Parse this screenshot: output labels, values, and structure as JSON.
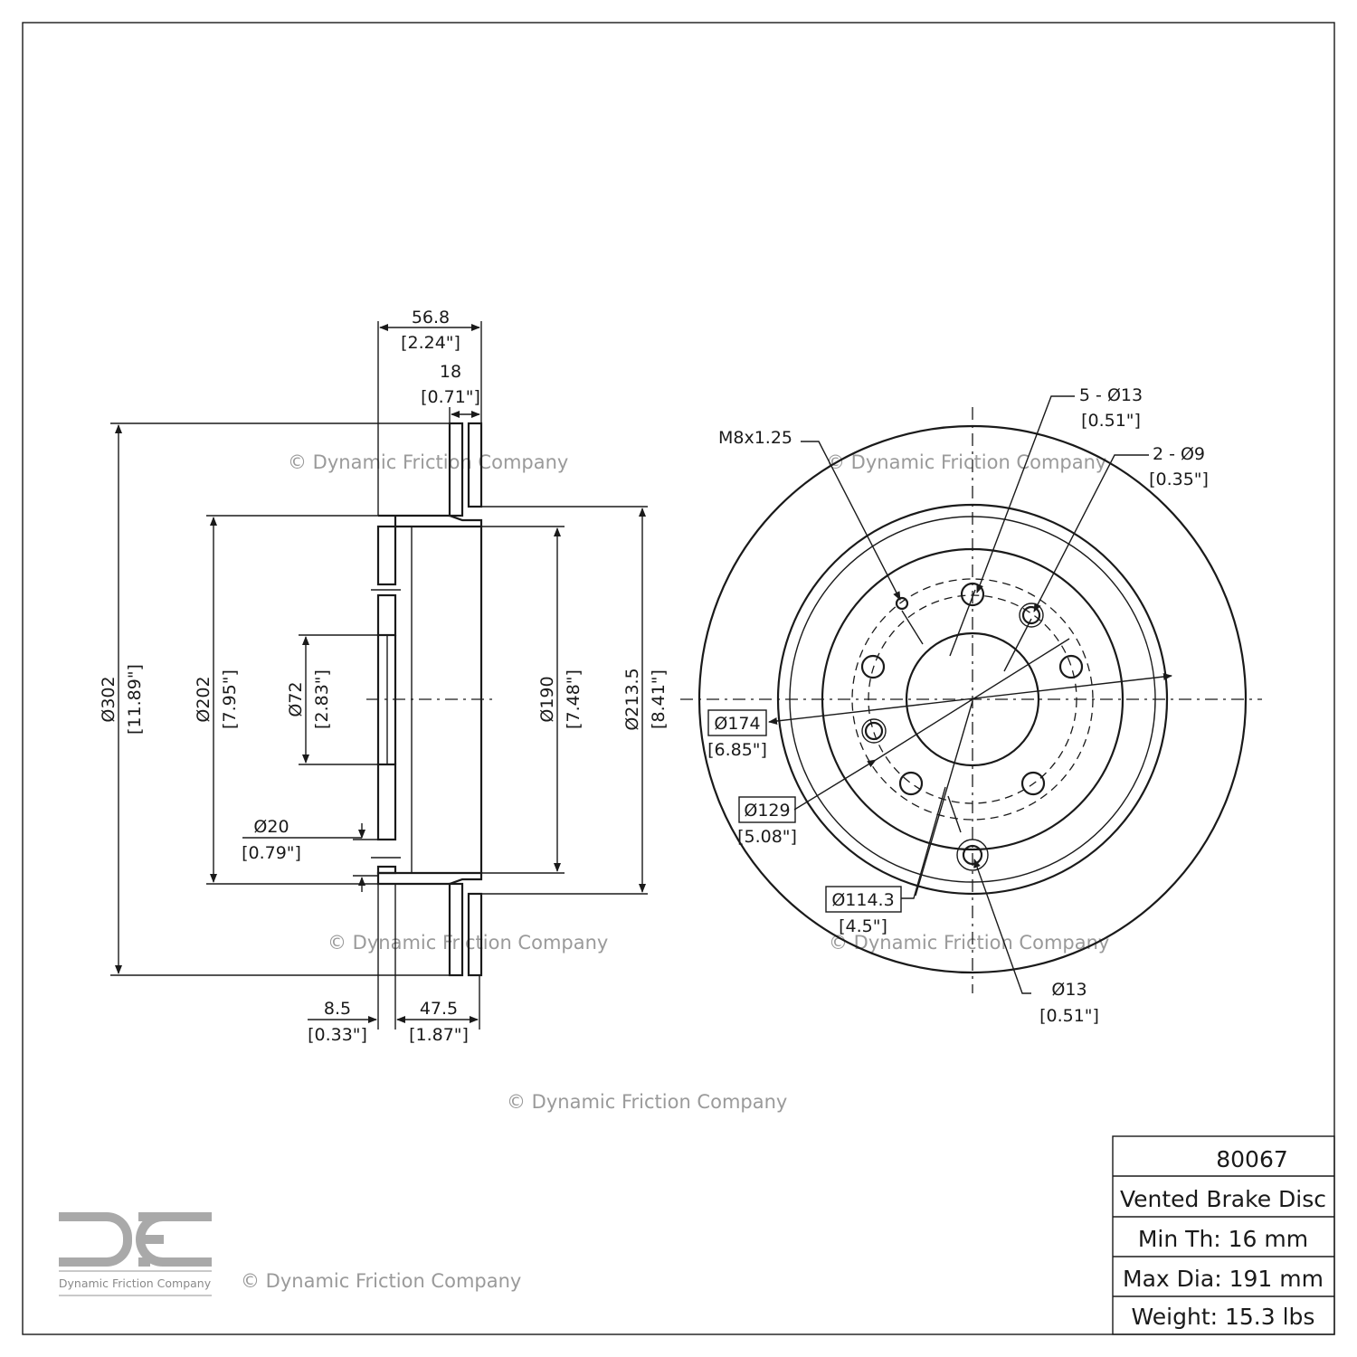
{
  "watermark": "© Dynamic Friction Company",
  "logo": {
    "letters": "DFC",
    "name": "Dynamic Friction Company"
  },
  "side_view": {
    "overall_width": {
      "mm": "56.8",
      "in": "[2.24\"]"
    },
    "disc_thickness": {
      "mm": "18",
      "in": "[0.71\"]"
    },
    "outer_dia": {
      "mm": "Ø302",
      "in": "[11.89\"]"
    },
    "hat_dia": {
      "mm": "Ø202",
      "in": "[7.95\"]"
    },
    "center_bore": {
      "mm": "Ø72",
      "in": "[2.83\"]"
    },
    "inner_hat_dia": {
      "mm": "Ø190",
      "in": "[7.48\"]"
    },
    "vent_dia": {
      "mm": "Ø213.5",
      "in": "[8.41\"]"
    },
    "pilot": {
      "mm": "Ø20",
      "in": "[0.79\"]"
    },
    "flange_thickness": {
      "mm": "8.5",
      "in": "[0.33\"]"
    },
    "hat_height": {
      "mm": "47.5",
      "in": "[1.87\"]"
    }
  },
  "front_view": {
    "thread": "M8x1.25",
    "bolt_holes": {
      "mm": "5 - Ø13",
      "in": "[0.51\"]"
    },
    "small_holes": {
      "mm": "2 - Ø9",
      "in": "[0.35\"]"
    },
    "dia_174": {
      "mm": "Ø174",
      "in": "[6.85\"]"
    },
    "dia_129": {
      "mm": "Ø129",
      "in": "[5.08\"]"
    },
    "bolt_circle": {
      "mm": "Ø114.3",
      "in": "[4.5\"]"
    },
    "hole_13": {
      "mm": "Ø13",
      "in": "[0.51\"]"
    }
  },
  "title_block": {
    "part_number": "80067",
    "type": "Vented Brake Disc",
    "min_th": "Min Th: 16 mm",
    "max_dia": "Max Dia: 191 mm",
    "weight": "Weight: 15.3 lbs"
  }
}
